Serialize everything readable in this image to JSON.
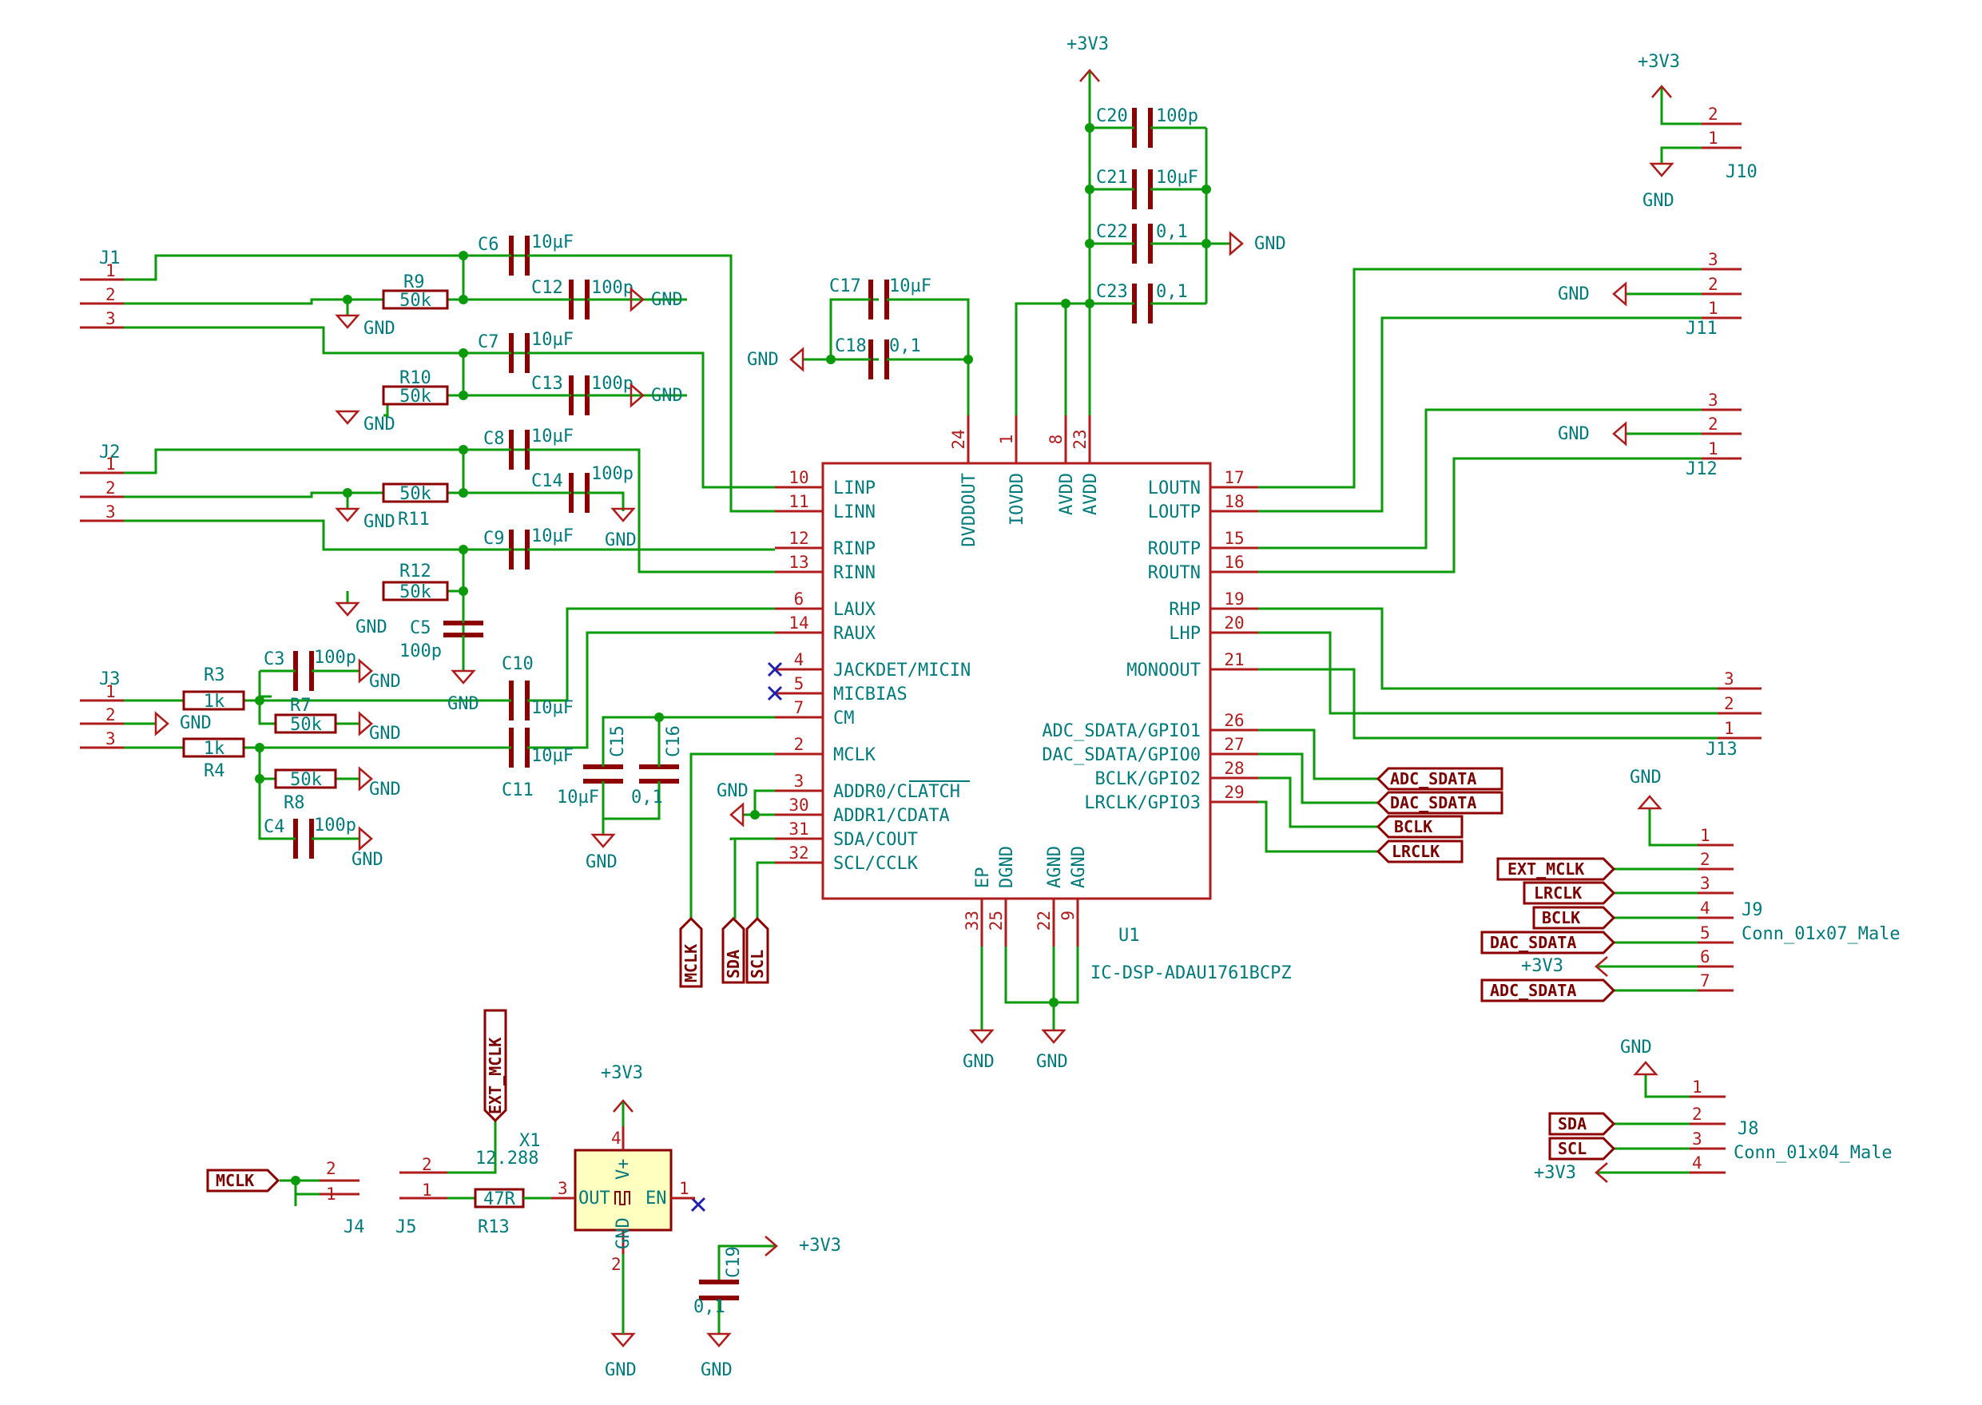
{
  "ic": {
    "ref": "U1",
    "value": "IC-DSP-ADAU1761BCPZ",
    "left_pins": [
      {
        "num": "10",
        "name": "LINP"
      },
      {
        "num": "11",
        "name": "LINN"
      },
      {
        "num": "12",
        "name": "RINP"
      },
      {
        "num": "13",
        "name": "RINN"
      },
      {
        "num": "6",
        "name": "LAUX"
      },
      {
        "num": "14",
        "name": "RAUX"
      },
      {
        "num": "4",
        "name": "JACKDET/MICIN"
      },
      {
        "num": "5",
        "name": "MICBIAS"
      },
      {
        "num": "7",
        "name": "CM"
      },
      {
        "num": "2",
        "name": "MCLK"
      },
      {
        "num": "3",
        "name": "ADDR0/CLATCH"
      },
      {
        "num": "30",
        "name": "ADDR1/CDATA"
      },
      {
        "num": "31",
        "name": "SDA/COUT"
      },
      {
        "num": "32",
        "name": "SCL/CCLK"
      }
    ],
    "right_pins": [
      {
        "num": "17",
        "name": "LOUTN"
      },
      {
        "num": "18",
        "name": "LOUTP"
      },
      {
        "num": "15",
        "name": "ROUTP"
      },
      {
        "num": "16",
        "name": "ROUTN"
      },
      {
        "num": "19",
        "name": "RHP"
      },
      {
        "num": "20",
        "name": "LHP"
      },
      {
        "num": "21",
        "name": "MONOOUT"
      },
      {
        "num": "26",
        "name": "ADC_SDATA/GPIO1"
      },
      {
        "num": "27",
        "name": "DAC_SDATA/GPIO0"
      },
      {
        "num": "28",
        "name": "BCLK/GPIO2"
      },
      {
        "num": "29",
        "name": "LRCLK/GPIO3"
      }
    ],
    "top_pins": [
      {
        "num": "24",
        "name": "DVDDOUT"
      },
      {
        "num": "1",
        "name": "IOVDD"
      },
      {
        "num": "8",
        "name": "AVDD"
      },
      {
        "num": "23",
        "name": "AVDD"
      }
    ],
    "bottom_pins": [
      {
        "num": "33",
        "name": "EP"
      },
      {
        "num": "25",
        "name": "DGND"
      },
      {
        "num": "22",
        "name": "AGND"
      },
      {
        "num": "9",
        "name": "AGND"
      }
    ]
  },
  "power": {
    "v33": "+3V3",
    "gnd": "GND"
  },
  "connectors": {
    "J1": "J1",
    "J2": "J2",
    "J3": "J3",
    "J4": "J4",
    "J5": "J5",
    "J8": "J8",
    "J8_val": "Conn_01x04_Male",
    "J9": "J9",
    "J9_val": "Conn_01x07_Male",
    "J10": "J10",
    "J11": "J11",
    "J12": "J12",
    "J13": "J13"
  },
  "pin_numbers": [
    "1",
    "2",
    "3",
    "4",
    "5",
    "6",
    "7"
  ],
  "components": {
    "R3": {
      "ref": "R3",
      "value": "1k"
    },
    "R4": {
      "ref": "R4",
      "value": "1k"
    },
    "R7": {
      "ref": "R7",
      "value": "50k"
    },
    "R8": {
      "ref": "R8",
      "value": "50k"
    },
    "R9": {
      "ref": "R9",
      "value": "50k"
    },
    "R10": {
      "ref": "R10",
      "value": "50k"
    },
    "R11": {
      "ref": "R11",
      "value": "50k"
    },
    "R12": {
      "ref": "R12",
      "value": "50k"
    },
    "R13": {
      "ref": "R13",
      "value": "47R"
    },
    "C3": {
      "ref": "C3",
      "value": "100p"
    },
    "C4": {
      "ref": "C4",
      "value": "100p"
    },
    "C5": {
      "ref": "C5",
      "value": "100p"
    },
    "C6": {
      "ref": "C6",
      "value": "10µF"
    },
    "C7": {
      "ref": "C7",
      "value": "10µF"
    },
    "C8": {
      "ref": "C8",
      "value": "10µF"
    },
    "C9": {
      "ref": "C9",
      "value": "10µF"
    },
    "C10": {
      "ref": "C10",
      "value": "10µF"
    },
    "C11": {
      "ref": "C11",
      "value": "10µF"
    },
    "C12": {
      "ref": "C12",
      "value": "100p"
    },
    "C13": {
      "ref": "C13",
      "value": "100p"
    },
    "C14": {
      "ref": "C14",
      "value": "100p"
    },
    "C15": {
      "ref": "C15",
      "value": "10µF"
    },
    "C16": {
      "ref": "C16",
      "value": "0,1"
    },
    "C17": {
      "ref": "C17",
      "value": "10µF"
    },
    "C18": {
      "ref": "C18",
      "value": "0,1"
    },
    "C19": {
      "ref": "C19",
      "value": "0,1"
    },
    "C20": {
      "ref": "C20",
      "value": "100p"
    },
    "C21": {
      "ref": "C21",
      "value": "10µF"
    },
    "C22": {
      "ref": "C22",
      "value": "0,1"
    },
    "C23": {
      "ref": "C23",
      "value": "0,1"
    },
    "X1": {
      "ref": "X1",
      "value": "12.288",
      "pin_out": "OUT",
      "pin_vp": "V+",
      "pin_gnd": "GND",
      "pin_en": "EN",
      "pin3": "3",
      "pin4": "4",
      "pin2": "2",
      "pin1": "1"
    }
  },
  "nets": {
    "adc_sdata": "ADC_SDATA",
    "dac_sdata": "DAC_SDATA",
    "bclk": "BCLK",
    "lrclk": "LRCLK",
    "mclk": "MCLK",
    "sda": "SDA",
    "scl": "SCL",
    "ext_mclk": "EXT_MCLK"
  },
  "colors": {
    "wire": "#0a9a0a",
    "symbol": "#b01c1c",
    "label": "#007a7a",
    "netlabel": "#8c0000",
    "ic_fill": "#ffffff",
    "osc_fill": "#ffffc0",
    "noconnect": "#2020b0"
  }
}
